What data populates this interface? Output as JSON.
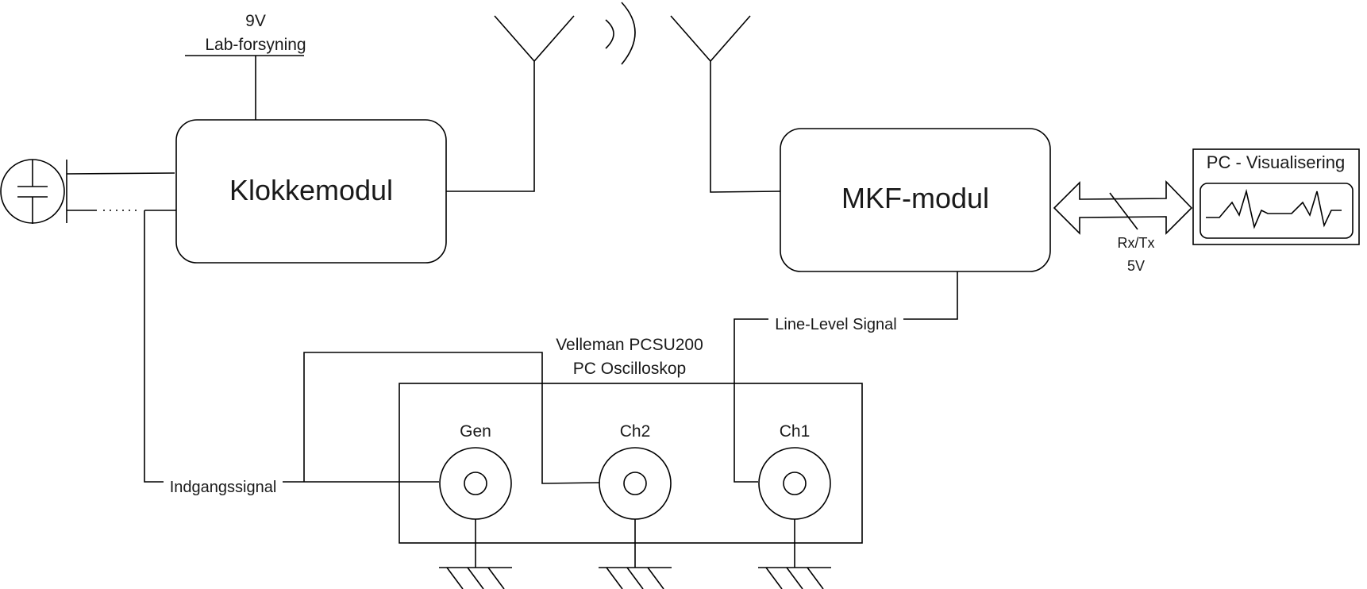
{
  "supply": {
    "voltage": "9V",
    "label": "Lab-forsyning"
  },
  "clock_module": {
    "label": "Klokkemodul"
  },
  "mkf_module": {
    "label": "MKF-modul"
  },
  "pc": {
    "title": "PC - Visualisering"
  },
  "link": {
    "label": "Rx/Tx",
    "voltage": "5V"
  },
  "signals": {
    "line_level": "Line-Level Signal",
    "input": "Indgangssignal"
  },
  "oscilloscope": {
    "name": "Velleman PCSU200",
    "subtitle": "PC Oscilloskop",
    "channels": [
      "Gen",
      "Ch2",
      "Ch1"
    ]
  },
  "colors": {
    "stroke": "#000000",
    "background": "#ffffff",
    "text": "#1a1a1a"
  }
}
